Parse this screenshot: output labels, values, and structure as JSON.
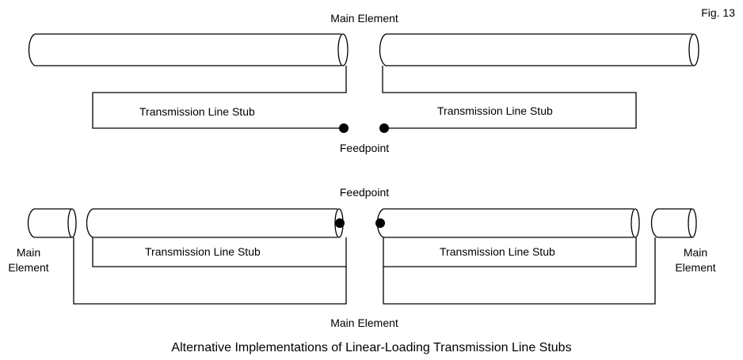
{
  "figure_label": "Fig. 13",
  "caption": "Alternative Implementations of Linear-Loading Transmission Line Stubs",
  "top_diagram": {
    "main_element_label": "Main Element",
    "left_stub_label": "Transmission Line Stub",
    "right_stub_label": "Transmission Line Stub",
    "feedpoint_label": "Feedpoint"
  },
  "bottom_diagram": {
    "feedpoint_label": "Feedpoint",
    "left_stub_label": "Transmission Line Stub",
    "right_stub_label": "Transmission Line Stub",
    "left_main_label_line1": "Main",
    "left_main_label_line2": "Element",
    "right_main_label_line1": "Main",
    "right_main_label_line2": "Element",
    "bottom_main_label": "Main Element"
  },
  "colors": {
    "line": "#000000",
    "background": "#ffffff"
  }
}
